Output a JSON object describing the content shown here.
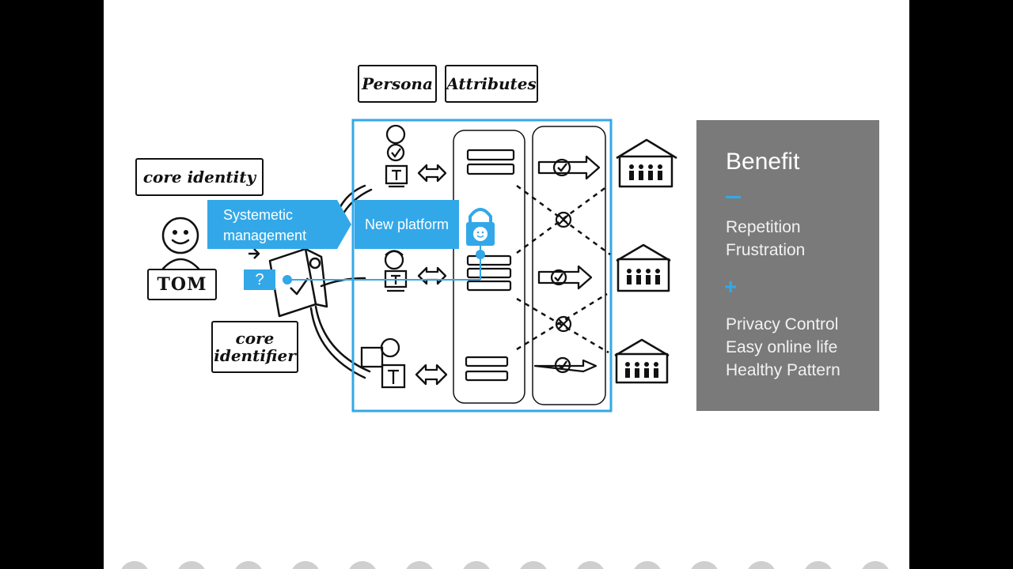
{
  "labels": {
    "persona": "Persona",
    "attributes": "Attributes",
    "core_identity": "core identity",
    "tom": "TOM",
    "core_identifier_line1": "core",
    "core_identifier_line2": "identifier"
  },
  "callouts": {
    "systemetic_line1": "Systemetic",
    "systemetic_line2": "management",
    "new_platform": "New platform",
    "question": "?"
  },
  "benefit": {
    "title": "Benefit",
    "minus_items": [
      "Repetition",
      "Frustration"
    ],
    "plus_items": [
      "Privacy Control",
      "Easy online life",
      "Healthy Pattern"
    ]
  },
  "colors": {
    "accent": "#33a8e8",
    "panel": "#7a7a7a",
    "ink": "#111111"
  }
}
